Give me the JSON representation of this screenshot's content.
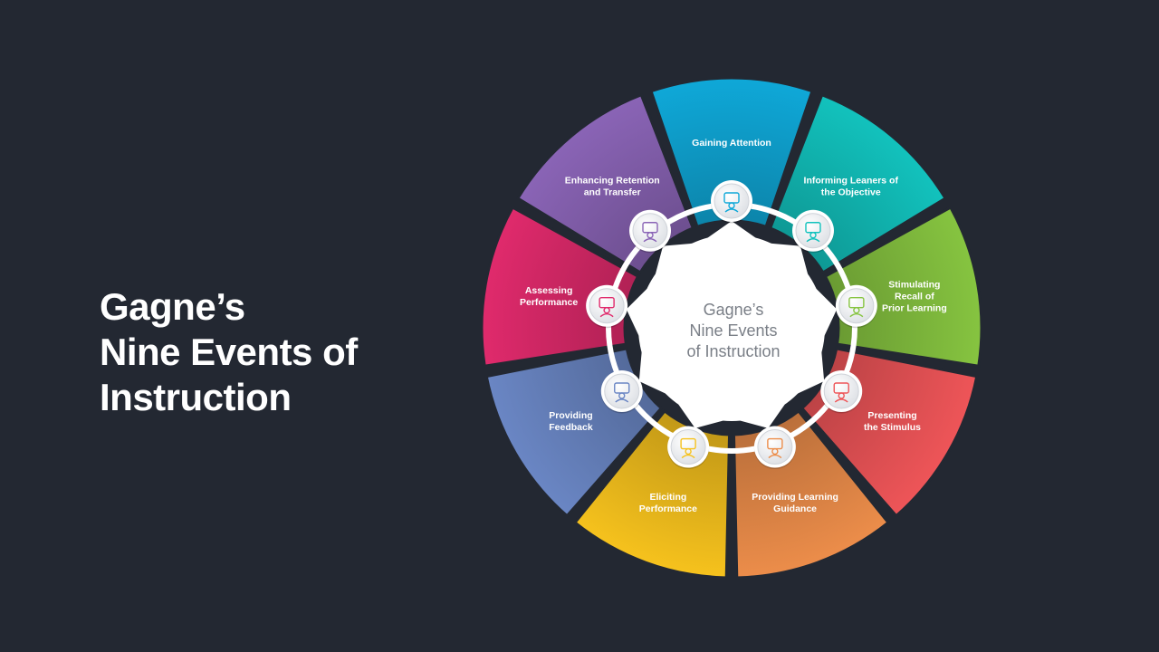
{
  "title": {
    "line1": "Gagne’s",
    "line2": "Nine Events of",
    "line3": "Instruction"
  },
  "center": {
    "lines": [
      "Gagne’s",
      "Nine Events",
      "of Instruction"
    ]
  },
  "events": [
    {
      "label": [
        "Gaining Attention"
      ],
      "color": "#0fa8d8",
      "icon": "head-gear-icon"
    },
    {
      "label": [
        "Informing Leaners of",
        "the Objective"
      ],
      "color": "#12c2bd",
      "icon": "presentation-icon"
    },
    {
      "label": [
        "Stimulating",
        "Recall of",
        "Prior Learning"
      ],
      "color": "#86c440",
      "icon": "group-meeting-icon"
    },
    {
      "label": [
        "Presenting",
        "the Stimulus"
      ],
      "color": "#ee5558",
      "icon": "presenter-icon"
    },
    {
      "label": [
        "Providing Learning",
        "Guidance"
      ],
      "color": "#ec8d4a",
      "icon": "teacher-board-icon"
    },
    {
      "label": [
        "Eliciting",
        "Performance"
      ],
      "color": "#f6c21d",
      "icon": "desk-worker-icon"
    },
    {
      "label": [
        "Providing",
        "Feedback"
      ],
      "color": "#6a86c4",
      "icon": "checklist-icon"
    },
    {
      "label": [
        "Assessing",
        "Performance"
      ],
      "color": "#e02a6c",
      "icon": "clipboard-icon"
    },
    {
      "label": [
        "Enhancing Retention",
        "and Transfer"
      ],
      "color": "#8a64b6",
      "icon": "chat-people-icon"
    }
  ]
}
